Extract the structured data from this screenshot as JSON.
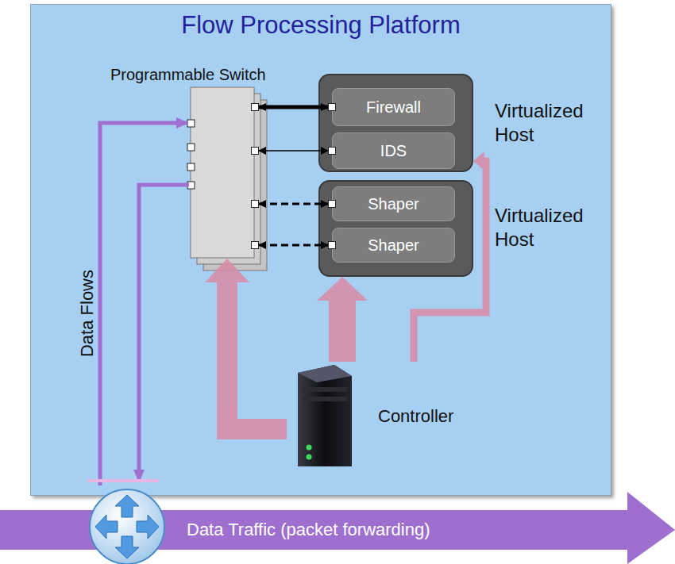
{
  "diagram": {
    "nodes": [
      {
        "text": [
          "Flow Processing Platform"
        ]
      },
      {
        "text": [
          "Programmable Switch"
        ],
        "in": 0
      },
      {
        "text": [
          "Virtualized Host"
        ],
        "in": 0
      },
      {
        "text": [
          "Firewall"
        ],
        "in": 2
      },
      {
        "text": [
          "IDS"
        ],
        "in": 2
      },
      {
        "text": [
          "Virtualized Host"
        ],
        "in": 0
      },
      {
        "text": [
          "Shaper"
        ],
        "in": 5
      },
      {
        "text": [
          "Shaper"
        ],
        "in": 5
      },
      {
        "text": [
          "Controller"
        ],
        "in": 0
      },
      {
        "text": [
          "Data Traffic (packet forwarding)"
        ]
      }
    ],
    "edges": [
      {
        "from": 1,
        "to": 3,
        "arrow": "both"
      },
      {
        "from": 1,
        "to": 4,
        "arrow": "both"
      },
      {
        "from": 1,
        "to": 6,
        "arrow": "both"
      },
      {
        "from": 1,
        "to": 7,
        "arrow": "both"
      },
      {
        "from": 8,
        "to": 2,
        "arrow": "to"
      },
      {
        "from": 8,
        "to": 5,
        "arrow": "to"
      },
      {
        "from": 8,
        "to": 1,
        "arrow": "to"
      }
    ],
    "labels": [
      "Data Flows"
    ]
  }
}
